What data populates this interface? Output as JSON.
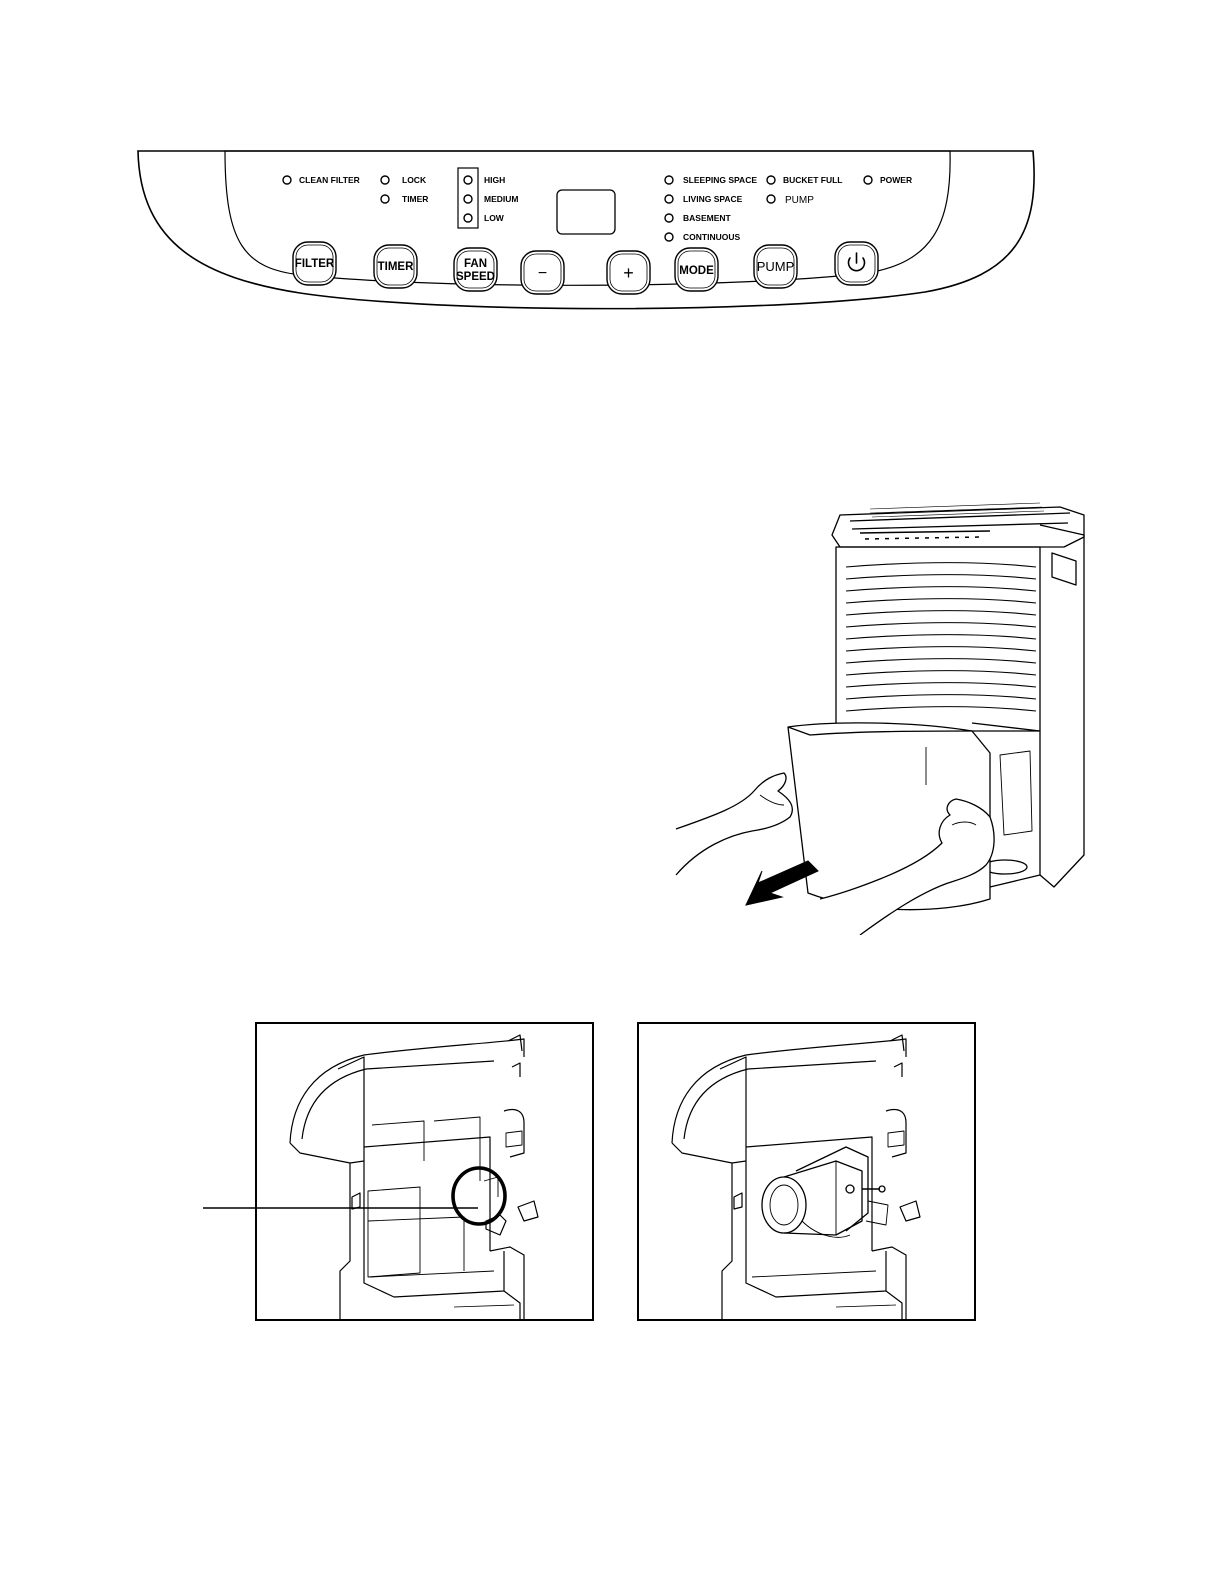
{
  "control_panel": {
    "indicators": {
      "clean_filter": "CLEAN FILTER",
      "lock": "LOCK",
      "timer": "TIMER",
      "high": "HIGH",
      "medium": "MEDIUM",
      "low": "LOW",
      "sleeping_space": "SLEEPING SPACE",
      "living_space": "LIVING SPACE",
      "basement": "BASEMENT",
      "continuous": "CONTINUOUS",
      "bucket_full": "BUCKET FULL",
      "pump": "PUMP",
      "power": "POWER"
    },
    "buttons": {
      "filter": "FILTER",
      "timer": "TIMER",
      "fan_speed_line1": "FAN",
      "fan_speed_line2": "SPEED",
      "minus": "−",
      "plus": "+",
      "mode": "MODE",
      "pump": "PUMP"
    },
    "icons": {
      "power_button": "power-icon"
    }
  }
}
